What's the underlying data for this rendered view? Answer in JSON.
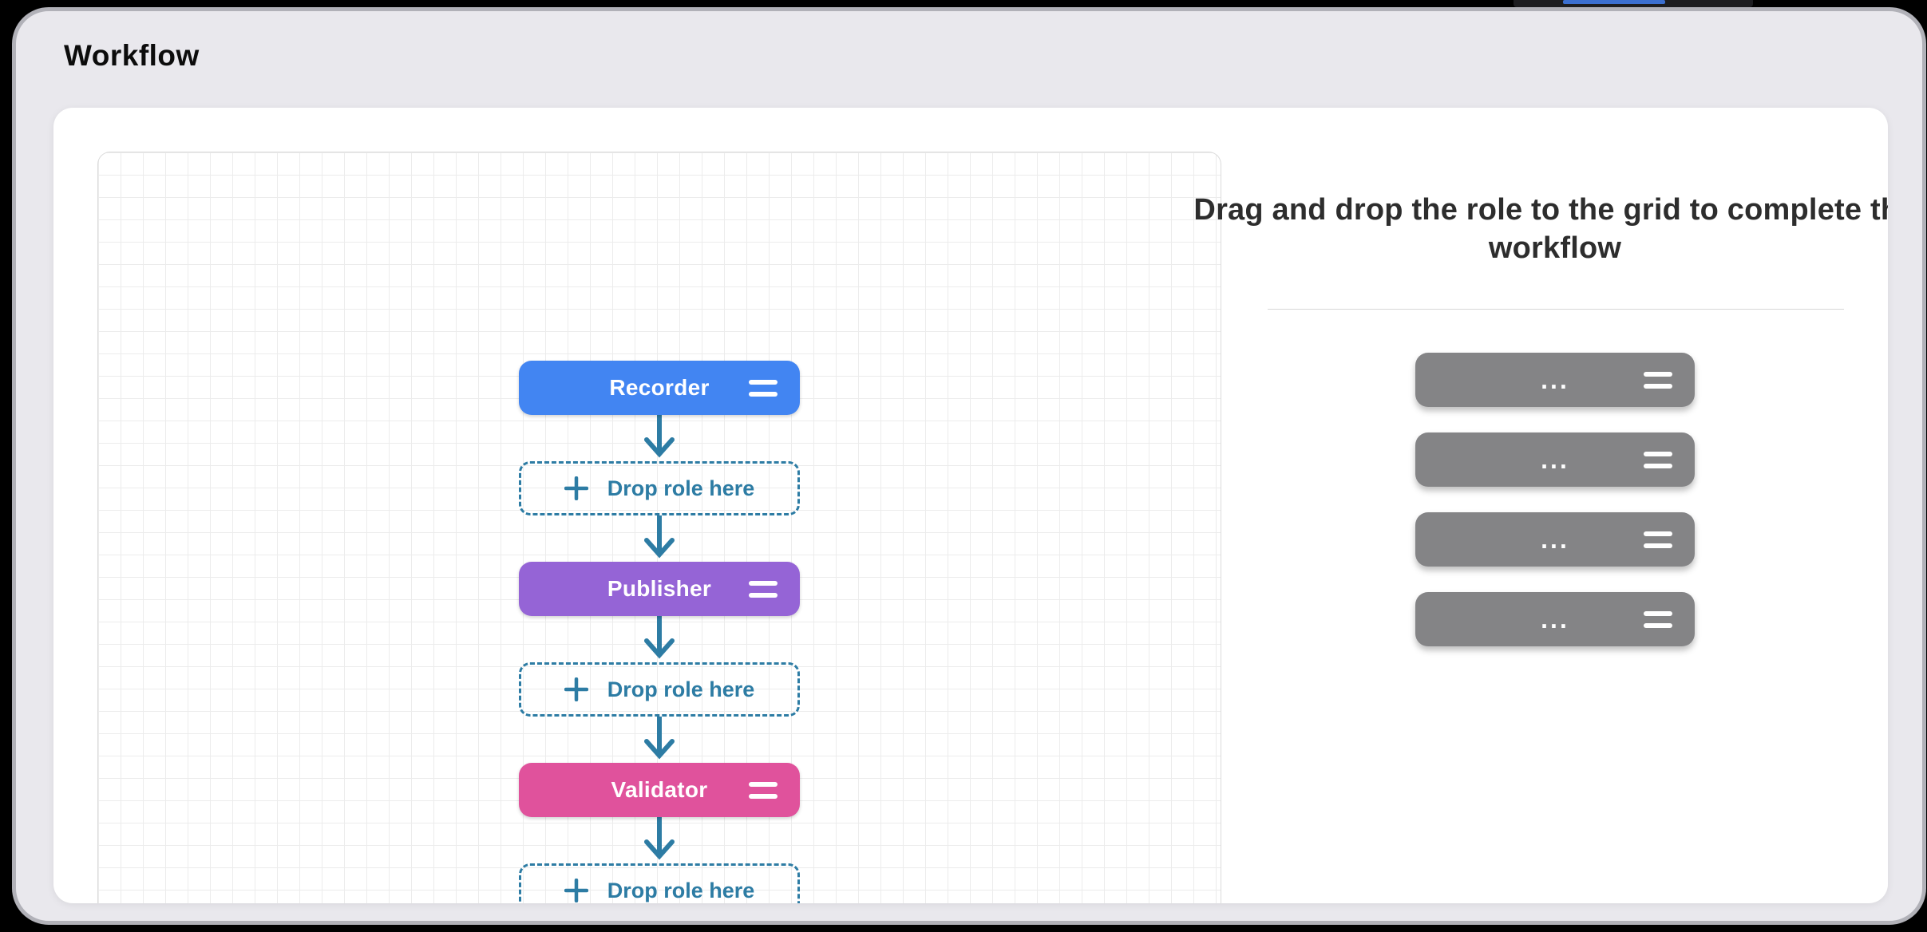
{
  "window": {
    "title": "Workflow"
  },
  "colors": {
    "accent_teal": "#2d7ca4",
    "node_blue": "#4285f2",
    "node_purple": "#9564d6",
    "node_pink": "#e0529c",
    "palette_gray": "#848486"
  },
  "workflow": {
    "nodes": [
      {
        "type": "role",
        "label": "Recorder",
        "color": "#4285f2"
      },
      {
        "type": "dropzone",
        "label": "Drop role here"
      },
      {
        "type": "role",
        "label": "Publisher",
        "color": "#9564d6"
      },
      {
        "type": "dropzone",
        "label": "Drop role here"
      },
      {
        "type": "role",
        "label": "Validator",
        "color": "#e0529c"
      },
      {
        "type": "dropzone",
        "label": "Drop role here"
      }
    ]
  },
  "palette": {
    "instruction": "Drag and drop the role to the grid to complete the workflow",
    "items": [
      {
        "label": "..."
      },
      {
        "label": "..."
      },
      {
        "label": "..."
      },
      {
        "label": "..."
      }
    ]
  }
}
